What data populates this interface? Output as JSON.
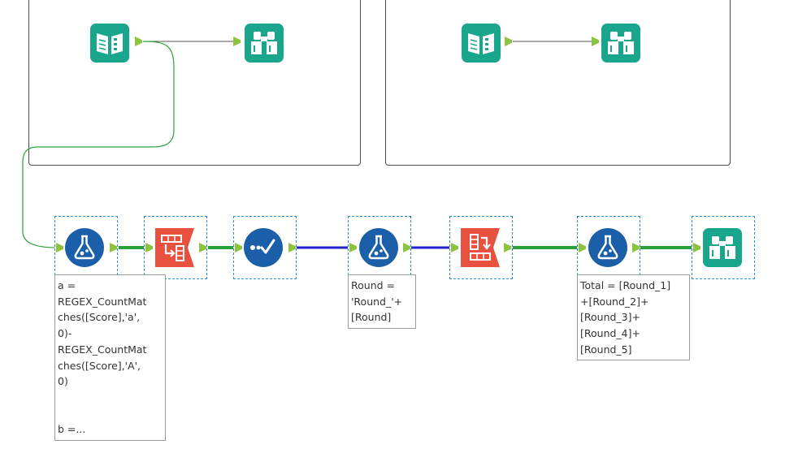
{
  "colors": {
    "teal_tool": "#1aa68c",
    "flask_tool": "#1b5fa8",
    "transform_tool": "#e8513f",
    "anchor": "#8cc43f",
    "wire_green": "#2aa03a",
    "wire_blue": "#2222cc",
    "selection_border": "#2f8fd8"
  },
  "containers": [
    {
      "name": "left-container"
    },
    {
      "name": "right-container"
    }
  ],
  "tools": [
    {
      "id": "input-1",
      "type": "input",
      "icon": "book-icon"
    },
    {
      "id": "browse-1",
      "type": "browse",
      "icon": "binoculars-icon"
    },
    {
      "id": "input-2",
      "type": "input",
      "icon": "book-icon"
    },
    {
      "id": "browse-2",
      "type": "browse",
      "icon": "binoculars-icon"
    },
    {
      "id": "formula-1",
      "type": "formula",
      "icon": "flask-icon"
    },
    {
      "id": "transpose-1",
      "type": "transpose",
      "icon": "transpose-icon"
    },
    {
      "id": "multirow-1",
      "type": "multi-row",
      "icon": "checkmark-graph-icon"
    },
    {
      "id": "formula-2",
      "type": "formula",
      "icon": "flask-icon"
    },
    {
      "id": "crosstab-1",
      "type": "cross-tab",
      "icon": "crosstab-icon"
    },
    {
      "id": "formula-3",
      "type": "formula",
      "icon": "flask-icon"
    },
    {
      "id": "browse-3",
      "type": "browse",
      "icon": "binoculars-icon"
    }
  ],
  "annotations": {
    "formula_1": "a =\nREGEX_CountMat\nches([Score],'a',\n0)-\nREGEX_CountMat\nches([Score],'A',\n0)\n\n\nb =...",
    "formula_2": "Round =\n'Round_'+\n[Round]",
    "formula_3": "Total = [Round_1]\n+[Round_2]+\n[Round_3]+\n[Round_4]+\n[Round_5]"
  }
}
